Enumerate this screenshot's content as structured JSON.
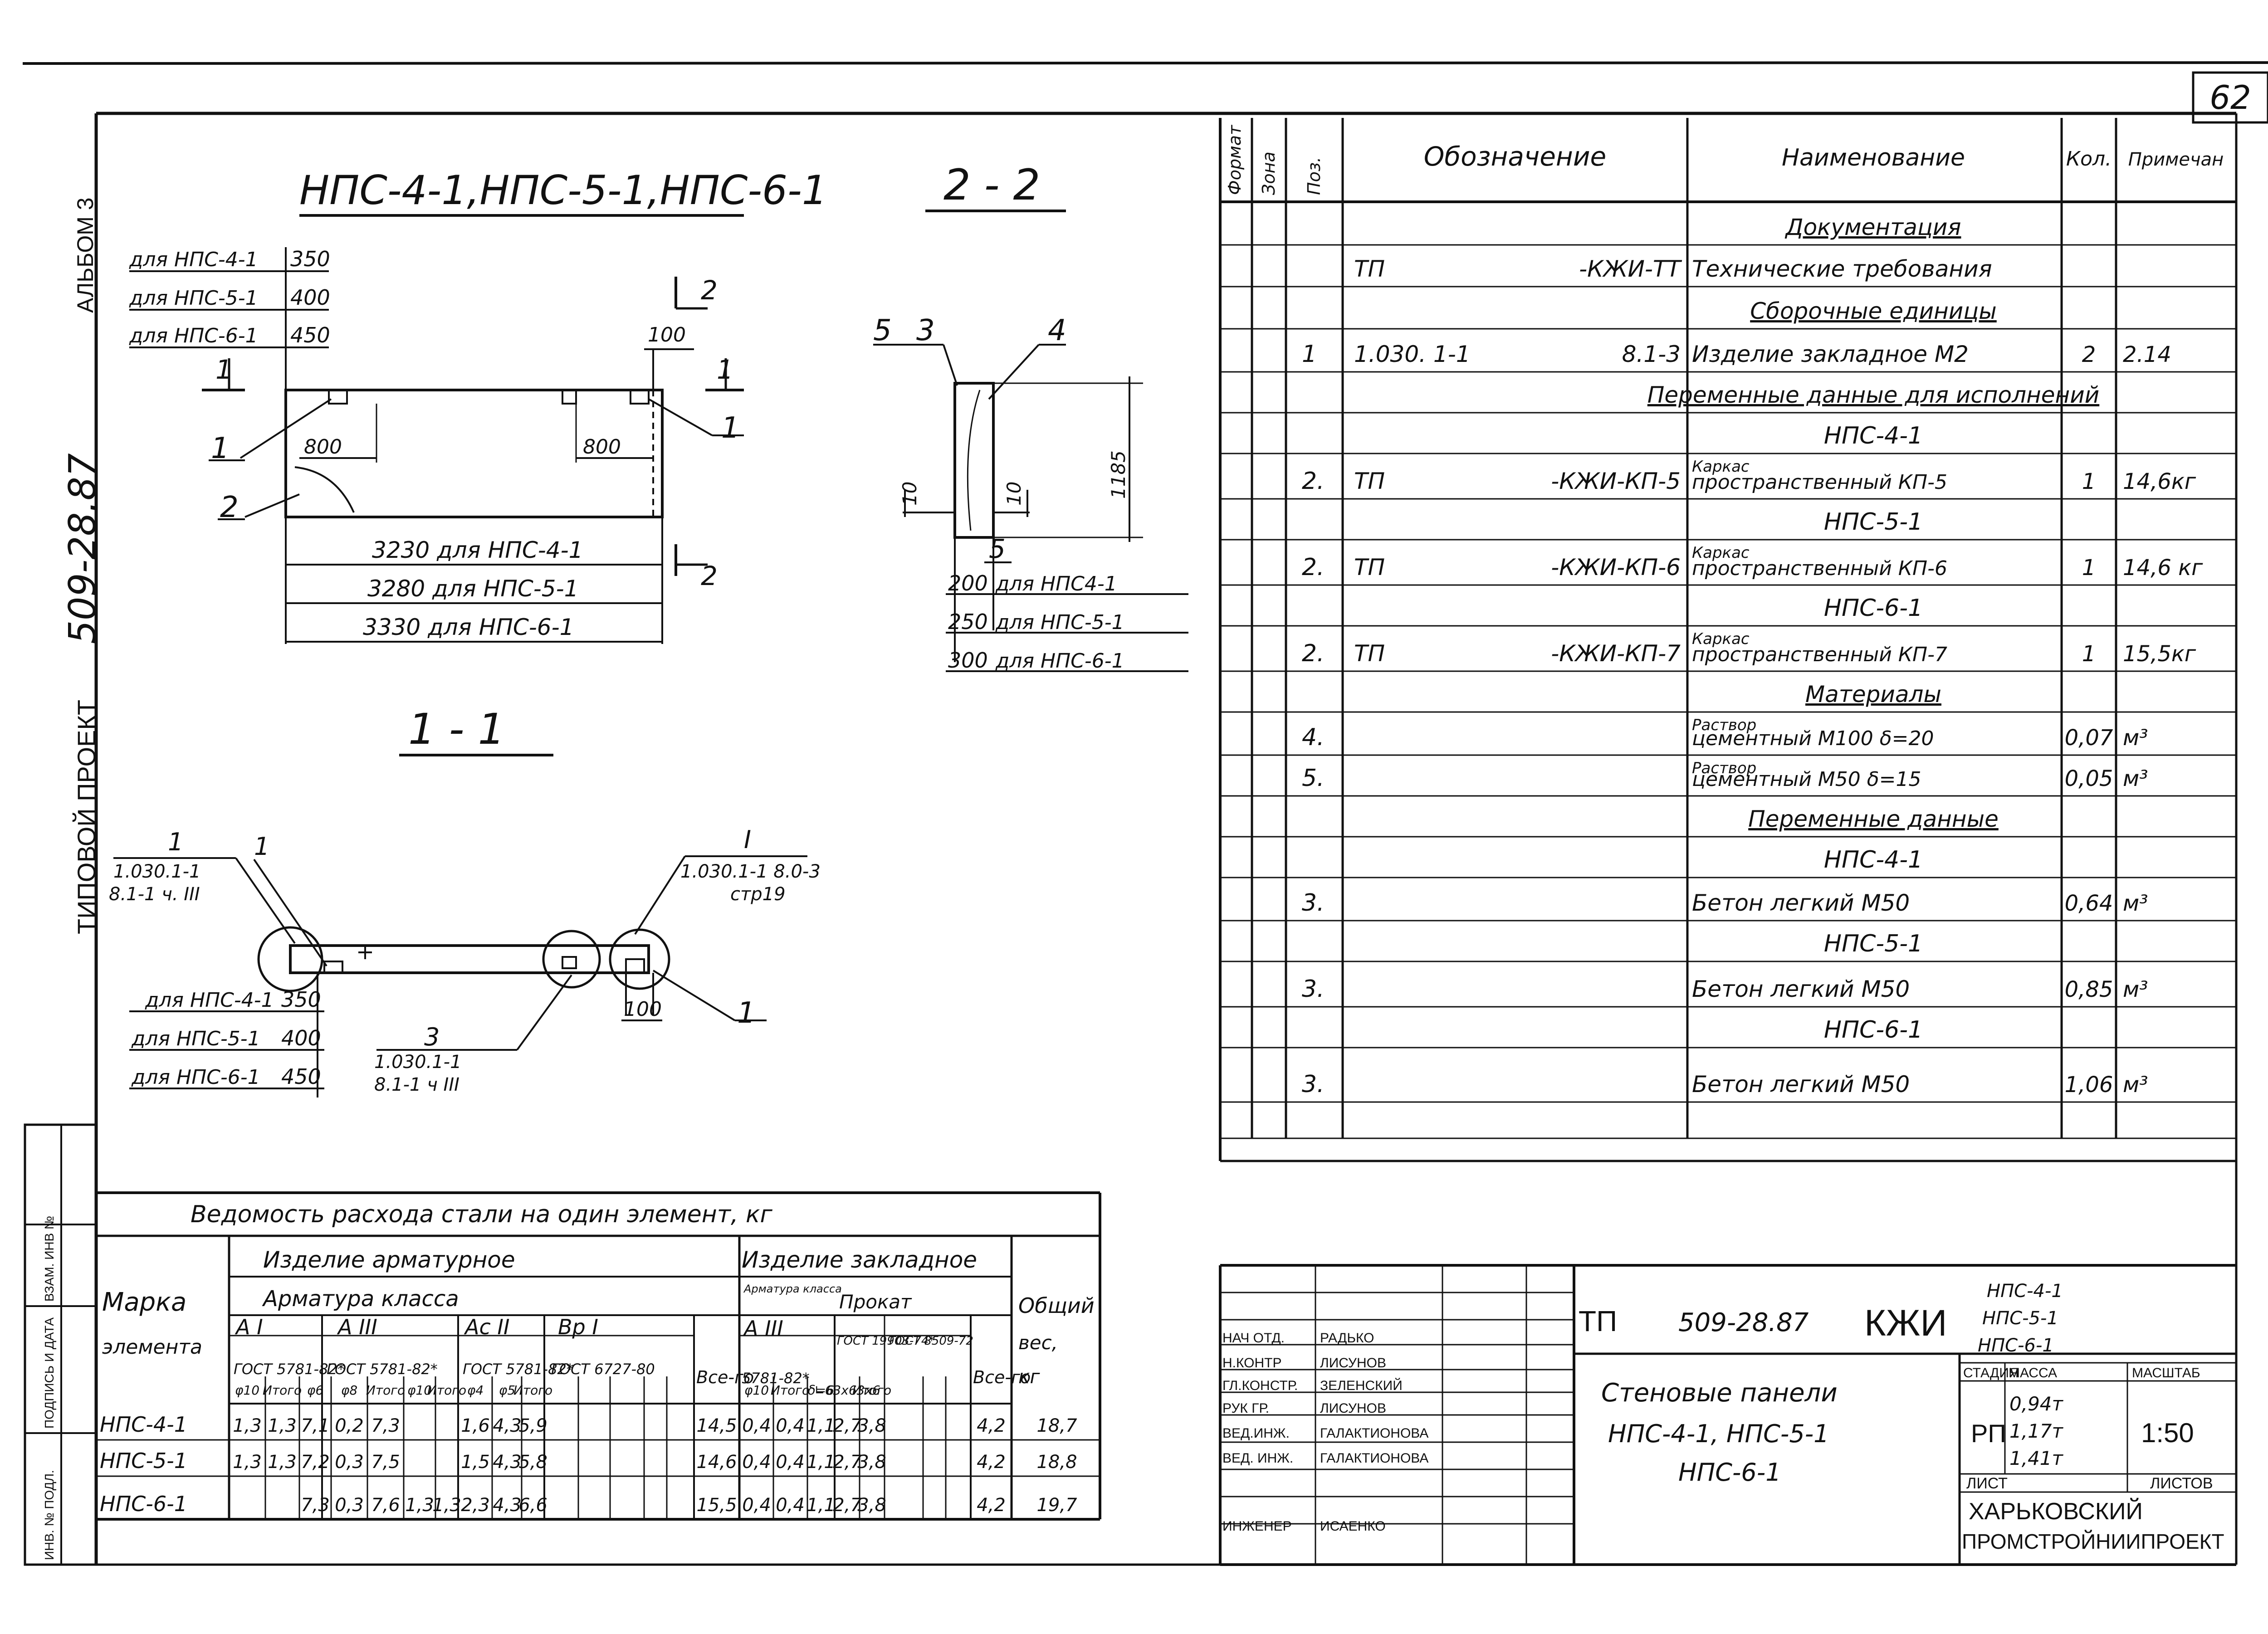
{
  "sheet_number": "62",
  "side_labels": {
    "album": "АЛЬБОМ 3",
    "code": "509-28.87",
    "project": "ТИПОВОЙ ПРОЕКТ"
  },
  "left_stamp": [
    "ИНВ. № ПОДЛ.",
    "ПОДПИСЬ И ДАТА",
    "ВЗАМ. ИНВ №"
  ],
  "plan_view": {
    "title": "НПС-4-1,НПС-5-1,НПС-6-1",
    "height_labels": [
      "для НПС-4-1",
      "для НПС-5-1",
      "для НПС-6-1"
    ],
    "height_values": [
      "350",
      "400",
      "450"
    ],
    "edge_dim": "100",
    "inner_dim_left": "800",
    "inner_dim_right": "800",
    "cut_1": "1",
    "cut_2": "2",
    "callout_1": "1",
    "callout_2": "2",
    "length_dims": [
      "3230 для НПС-4-1",
      "3280 для НПС-5-1",
      "3330 для НПС-6-1"
    ]
  },
  "section_22": {
    "title": "2 - 2",
    "callouts": [
      "5",
      "3",
      "4",
      "5"
    ],
    "height_dim": "1185",
    "left_dim": "10",
    "mid_dim": "10",
    "width_values": [
      "200",
      "250",
      "300"
    ],
    "width_labels": [
      "для НПС4-1",
      "для НПС-5-1",
      "для НПС-6-1"
    ]
  },
  "section_11": {
    "title": "1 - 1",
    "callout_left_num": "1",
    "callout_left_ref": "1.030.1-1",
    "callout_left_ref2": "8.1-1 ч. III",
    "callout_mid_num": "1",
    "callout_right_num": "I",
    "callout_right_ref": "1.030.1-1 8.0-3",
    "callout_right_ref2": "стр19",
    "callout_bottom_num": "3",
    "callout_bottom_ref": "1.030.1-1",
    "callout_bottom_ref2": "8.1-1 ч III",
    "edge_dim": "100",
    "callout_last": "1",
    "height_labels": [
      "для НПС-4-1",
      "для НПС-5-1",
      "для НПС-6-1"
    ],
    "height_values": [
      "350",
      "400",
      "450"
    ]
  },
  "spec_table": {
    "headers": [
      "Формат",
      "Зона",
      "Поз.",
      "Обозначение",
      "Наименование",
      "Кол.",
      "Примечан"
    ],
    "rows": [
      {
        "kind": "section",
        "text": "Документация"
      },
      {
        "kind": "item",
        "pos": "",
        "desig_a": "ТП",
        "desig_b": "-КЖИ-ТТ",
        "name": "Технические требования",
        "qty": "",
        "note": ""
      },
      {
        "kind": "section",
        "text": "Сборочные единицы"
      },
      {
        "kind": "item",
        "pos": "1",
        "desig_a": "1.030. 1-1",
        "desig_b": "8.1-3",
        "name": "Изделие закладное М2",
        "qty": "2",
        "note": "2.14"
      },
      {
        "kind": "section",
        "text": "Переменные данные для исполнений"
      },
      {
        "kind": "sub",
        "text": "НПС-4-1"
      },
      {
        "kind": "item",
        "pos": "2.",
        "desig_a": "ТП",
        "desig_b": "-КЖИ-КП-5",
        "name_top": "Каркас",
        "name": "пространственный КП-5",
        "qty": "1",
        "note": "14,6кг"
      },
      {
        "kind": "sub",
        "text": "НПС-5-1"
      },
      {
        "kind": "item",
        "pos": "2.",
        "desig_a": "ТП",
        "desig_b": "-КЖИ-КП-6",
        "name_top": "Каркас",
        "name": "пространственный КП-6",
        "qty": "1",
        "note": "14,6 кг"
      },
      {
        "kind": "sub",
        "text": "НПС-6-1"
      },
      {
        "kind": "item",
        "pos": "2.",
        "desig_a": "ТП",
        "desig_b": "-КЖИ-КП-7",
        "name_top": "Каркас",
        "name": "пространственный КП-7",
        "qty": "1",
        "note": "15,5кг"
      },
      {
        "kind": "section",
        "text": "Материалы"
      },
      {
        "kind": "item",
        "pos": "4.",
        "desig_a": "",
        "desig_b": "",
        "name_top": "Раствор",
        "name": "цементный М100 δ=20",
        "qty": "0,07",
        "note": "м³"
      },
      {
        "kind": "item",
        "pos": "5.",
        "desig_a": "",
        "desig_b": "",
        "name_top": "Раствор",
        "name": "цементный М50 δ=15",
        "qty": "0,05",
        "note": "м³"
      },
      {
        "kind": "section",
        "text": "Переменные данные"
      },
      {
        "kind": "sub",
        "text": "НПС-4-1"
      },
      {
        "kind": "item",
        "pos": "3.",
        "desig_a": "",
        "desig_b": "",
        "name": "Бетон легкий М50",
        "qty": "0,64",
        "note": "м³"
      },
      {
        "kind": "sub",
        "text": "НПС-5-1"
      },
      {
        "kind": "item",
        "pos": "3.",
        "desig_a": "",
        "desig_b": "",
        "name": "Бетон легкий М50",
        "qty": "0,85",
        "note": "м³"
      },
      {
        "kind": "sub",
        "text": "НПС-6-1"
      },
      {
        "kind": "item",
        "pos": "3.",
        "desig_a": "",
        "desig_b": "",
        "name": "Бетон легкий М50",
        "qty": "1,06",
        "note": "м³"
      },
      {
        "kind": "blank"
      }
    ]
  },
  "steel_table": {
    "title": "Ведомость расхода стали на один элемент, кг",
    "mark_header": [
      "Марка",
      "элемента"
    ],
    "group_arm": "Изделие арматурное",
    "group_arm_sub": "Арматура класса",
    "group_zakl": "Изделие закладное",
    "zakl_arm_class": "Арматура класса",
    "zakl_prokat": "Прокат",
    "total_header": [
      "Общий",
      "вес,",
      "кг"
    ],
    "classes": [
      "А I",
      "А III",
      "Ас II",
      "Вр I"
    ],
    "gosts": [
      "ГОСТ 5781-82*",
      "ГОСТ 5781-82*",
      "ГОСТ 5781-82*",
      "ГОСТ 6727-80"
    ],
    "vse": "Все-го",
    "zakl_class": "А III",
    "zakl_gost": "5781-82*",
    "prokat_gost1": "ГОСТ 19903-74*",
    "prokat_gost2": "ГОСТ 8509-72",
    "sub_headers": [
      "φ10",
      "Итого",
      "φ6",
      "φ8",
      "Итого",
      "φ10",
      "Итого",
      "φ4",
      "φ5",
      "Итого",
      "",
      "φ10",
      "Итого",
      "δ=6",
      "∟63x63x6",
      "Итого",
      "",
      ""
    ],
    "rows": [
      {
        "mark": "НПС-4-1",
        "cells": [
          "1,3",
          "1,3",
          "7,1",
          "0,2",
          "7,3",
          "",
          "",
          "1,6",
          "4,3",
          "5,9",
          "14,5",
          "0,4",
          "0,4",
          "1,1",
          "2,7",
          "3,8",
          "4,2",
          "18,7"
        ]
      },
      {
        "mark": "НПС-5-1",
        "cells": [
          "1,3",
          "1,3",
          "7,2",
          "0,3",
          "7,5",
          "",
          "",
          "1,5",
          "4,3",
          "5,8",
          "14,6",
          "0,4",
          "0,4",
          "1,1",
          "2,7",
          "3,8",
          "4,2",
          "18,8"
        ]
      },
      {
        "mark": "НПС-6-1",
        "cells": [
          "",
          "",
          "7,3",
          "0,3",
          "7,6",
          "1,3",
          "1,3",
          "2,3",
          "4,3",
          "6,6",
          "15,5",
          "0,4",
          "0,4",
          "1,1",
          "2,7",
          "3,8",
          "4,2",
          "19,7"
        ]
      }
    ]
  },
  "title_block": {
    "code_prefix": "ТП",
    "code": "509-28.87",
    "mark": "КЖИ",
    "mark_items": [
      "НПС-4-1",
      "НПС-5-1",
      "НПС-6-1"
    ],
    "staff": [
      {
        "role": "НАЧ ОТД.",
        "name": "РАДЬКО"
      },
      {
        "role": "Н.КОНТР",
        "name": "ЛИСУНОВ"
      },
      {
        "role": "ГЛ.КОНСТР.",
        "name": "ЗЕЛЕНСКИЙ"
      },
      {
        "role": "РУК ГР.",
        "name": "ЛИСУНОВ"
      },
      {
        "role": "ВЕД.ИНЖ.",
        "name": "ГАЛАКТИОНОВА"
      },
      {
        "role": "ВЕД. ИНЖ.",
        "name": "ГАЛАКТИОНОВА"
      },
      {
        "role": "",
        "name": ""
      },
      {
        "role": "ИНЖЕНЕР",
        "name": "ИСАЕНКО"
      }
    ],
    "drawing_title": [
      "Стеновые панели",
      "НПС-4-1, НПС-5-1",
      "НПС-6-1"
    ],
    "stage_header": "СТАДИЯ",
    "mass_header": "МАССА",
    "scale_header": "МАСШТАБ",
    "stage": "РП",
    "masses": [
      "0,94т",
      "1,17т",
      "1,41т"
    ],
    "scale": "1:50",
    "sheet_label": "ЛИСТ",
    "sheets_label": "ЛИСТОВ",
    "org": [
      "ХАРЬКОВСКИЙ",
      "ПРОМСТРОЙНИИПРОЕКТ"
    ]
  }
}
